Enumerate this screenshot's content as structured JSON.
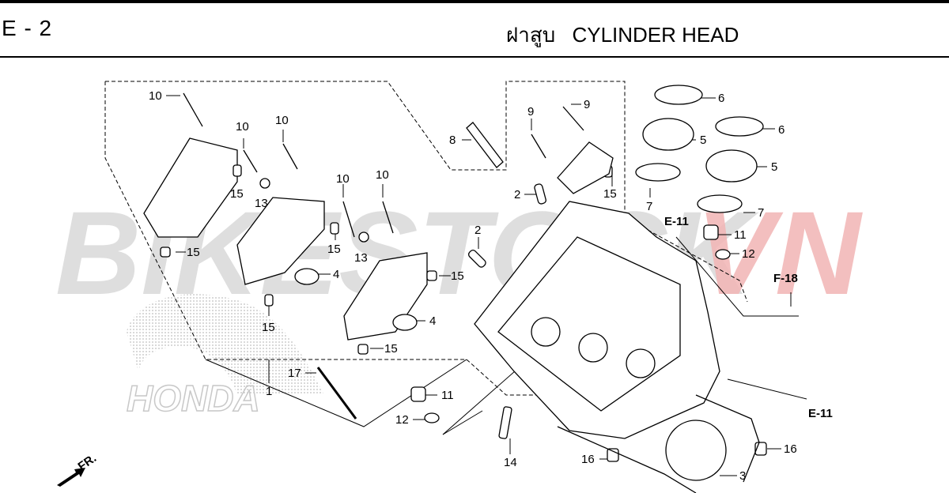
{
  "header": {
    "page_id": "E - 2",
    "title_thai": "ฝาสูบ",
    "title_en": "CYLINDER HEAD"
  },
  "watermark": {
    "brand_left": "BIKESTOCK",
    "brand_right": "VN",
    "logo_text": "HONDA",
    "color_gray": "#d4d4d4",
    "color_red": "#f2b8b8"
  },
  "callouts": [
    {
      "id": "c10a",
      "text": "10"
    },
    {
      "id": "c10b",
      "text": "10"
    },
    {
      "id": "c10c",
      "text": "10"
    },
    {
      "id": "c10d",
      "text": "10"
    },
    {
      "id": "c10e",
      "text": "10"
    },
    {
      "id": "c15a",
      "text": "15"
    },
    {
      "id": "c15b",
      "text": "15"
    },
    {
      "id": "c15c",
      "text": "15"
    },
    {
      "id": "c15d",
      "text": "15"
    },
    {
      "id": "c15e",
      "text": "15"
    },
    {
      "id": "c15f",
      "text": "15"
    },
    {
      "id": "c15g",
      "text": "15"
    },
    {
      "id": "c13a",
      "text": "13"
    },
    {
      "id": "c13b",
      "text": "13"
    },
    {
      "id": "c4a",
      "text": "4"
    },
    {
      "id": "c4b",
      "text": "4"
    },
    {
      "id": "c8",
      "text": "8"
    },
    {
      "id": "c9a",
      "text": "9"
    },
    {
      "id": "c9b",
      "text": "9"
    },
    {
      "id": "c2a",
      "text": "2"
    },
    {
      "id": "c2b",
      "text": "2"
    },
    {
      "id": "c6a",
      "text": "6"
    },
    {
      "id": "c6b",
      "text": "6"
    },
    {
      "id": "c5a",
      "text": "5"
    },
    {
      "id": "c5b",
      "text": "5"
    },
    {
      "id": "c7a",
      "text": "7"
    },
    {
      "id": "c7b",
      "text": "7"
    },
    {
      "id": "c11a",
      "text": "11"
    },
    {
      "id": "c11b",
      "text": "11"
    },
    {
      "id": "c12a",
      "text": "12"
    },
    {
      "id": "c12b",
      "text": "12"
    },
    {
      "id": "c17",
      "text": "17"
    },
    {
      "id": "c1",
      "text": "1"
    },
    {
      "id": "c14",
      "text": "14"
    },
    {
      "id": "c16a",
      "text": "16"
    },
    {
      "id": "c16b",
      "text": "16"
    },
    {
      "id": "c3",
      "text": "3"
    }
  ],
  "references": {
    "e11_top": "E-11",
    "e11_bottom": "E-11",
    "f18": "F-18"
  },
  "direction": {
    "label": "FR."
  },
  "colors": {
    "line": "#000000",
    "part_fill": "#ffffff"
  }
}
